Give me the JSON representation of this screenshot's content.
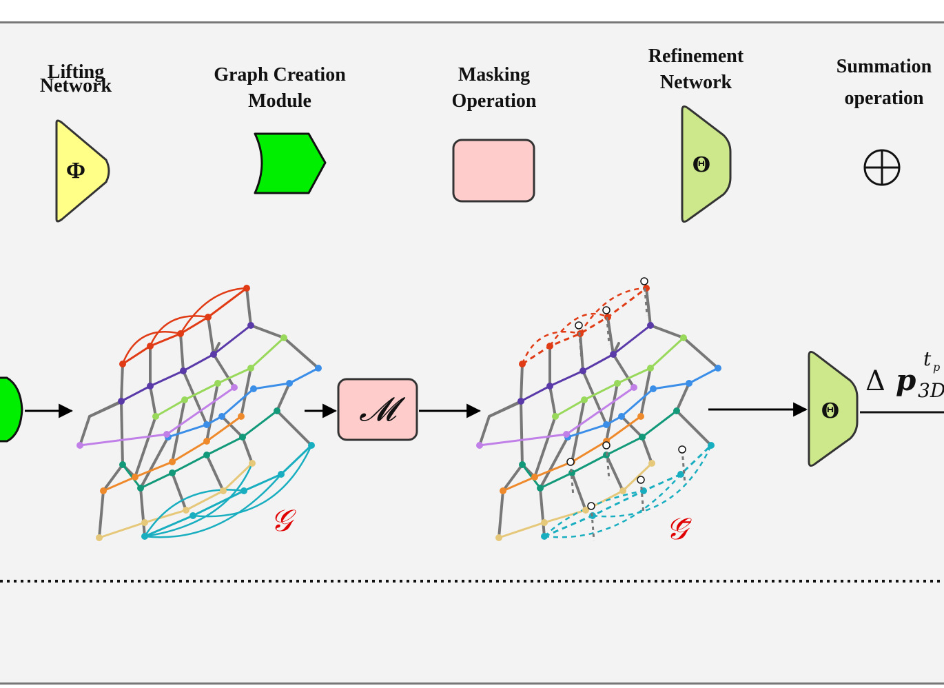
{
  "legend": {
    "lifting": {
      "line1": "Lifting",
      "line2": "Network",
      "symbol": "Φ",
      "color": "#ffff88"
    },
    "graph_creation": {
      "line1": "Graph Creation",
      "line2": "Module",
      "color": "#00ee00"
    },
    "masking": {
      "line1": "Masking",
      "line2": "Operation",
      "color": "#ffcccc"
    },
    "refinement": {
      "line1": "Refinement",
      "line2": "Network",
      "symbol": "Θ",
      "color": "#cce88a"
    },
    "summation": {
      "line1": "Summation",
      "line2": "operation",
      "symbol": "⊕"
    }
  },
  "pipeline": {
    "mask_symbol": "𝓜",
    "graph_label": "𝒢",
    "masked_graph_label": "𝒢̄",
    "refine_symbol": "Θ",
    "output_delta": "Δ",
    "output_var": "p",
    "output_sup": "t",
    "output_sup_sub": "p",
    "output_sub": "3D"
  },
  "colors": {
    "graph_label": "#e00000",
    "edge_gray": "#777777",
    "rows": [
      "#e03b14",
      "#5a3aa8",
      "#98d85a",
      "#3a8ee8",
      "#c080e8",
      "#ef8a2c",
      "#12997a",
      "#e6c87a",
      "#18aec0"
    ]
  }
}
